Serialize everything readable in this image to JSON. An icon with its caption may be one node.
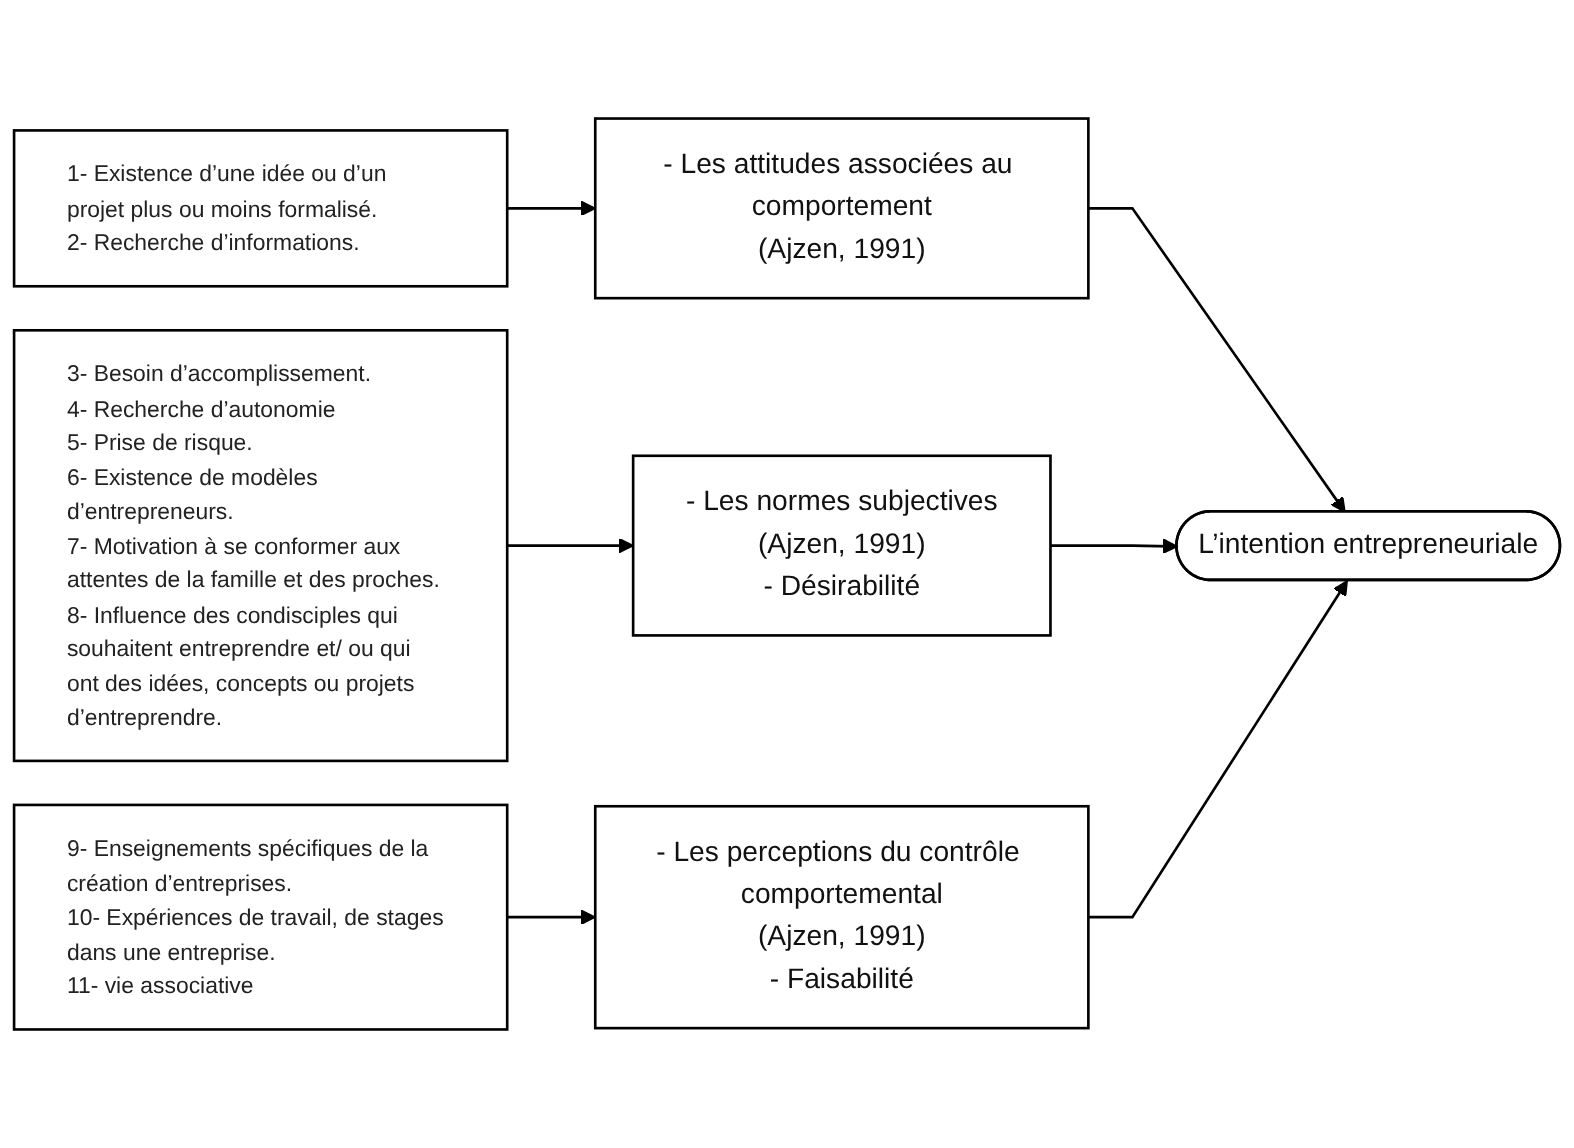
{
  "diagram": {
    "nodes": [
      {
        "text": [
          "1- Existence d’une idée ou d’un projet plus ou moins formalisé.",
          "2- Recherche d’informations."
        ]
      },
      {
        "text": [
          "- Les attitudes associées au comportement",
          "(Ajzen, 1991)"
        ]
      },
      {
        "text": [
          "3- Besoin d’accomplissement.",
          "4- Recherche d’autonomie",
          "5- Prise de risque.",
          "6- Existence de modèles d’entrepreneurs.",
          "7- Motivation à se conformer aux attentes de la famille et des proches.",
          "8- Influence des condisciples qui souhaitent entreprendre et/ ou qui ont des idées, concepts ou projets d’entreprendre."
        ]
      },
      {
        "text": [
          "- Les normes subjectives",
          "(Ajzen, 1991)",
          "- Désirabilité"
        ]
      },
      {
        "text": [
          "9- Enseignements spécifiques de la création d’entreprises.",
          "10- Expériences de travail, de stages dans une entreprise.",
          "11- vie associative"
        ]
      },
      {
        "text": [
          "- Les perceptions du contrôle comportemental",
          "(Ajzen, 1991)",
          "- Faisabilité"
        ]
      },
      {
        "text": [
          "L’intention entrepreneuriale"
        ]
      }
    ],
    "edges": [
      {
        "from": 0,
        "to": 1,
        "arrow": "to"
      },
      {
        "from": 2,
        "to": 3,
        "arrow": "to"
      },
      {
        "from": 4,
        "to": 5,
        "arrow": "to"
      },
      {
        "from": 1,
        "to": 6,
        "arrow": "to"
      },
      {
        "from": 3,
        "to": 6,
        "arrow": "to"
      },
      {
        "from": 5,
        "to": 6,
        "arrow": "to"
      }
    ]
  }
}
